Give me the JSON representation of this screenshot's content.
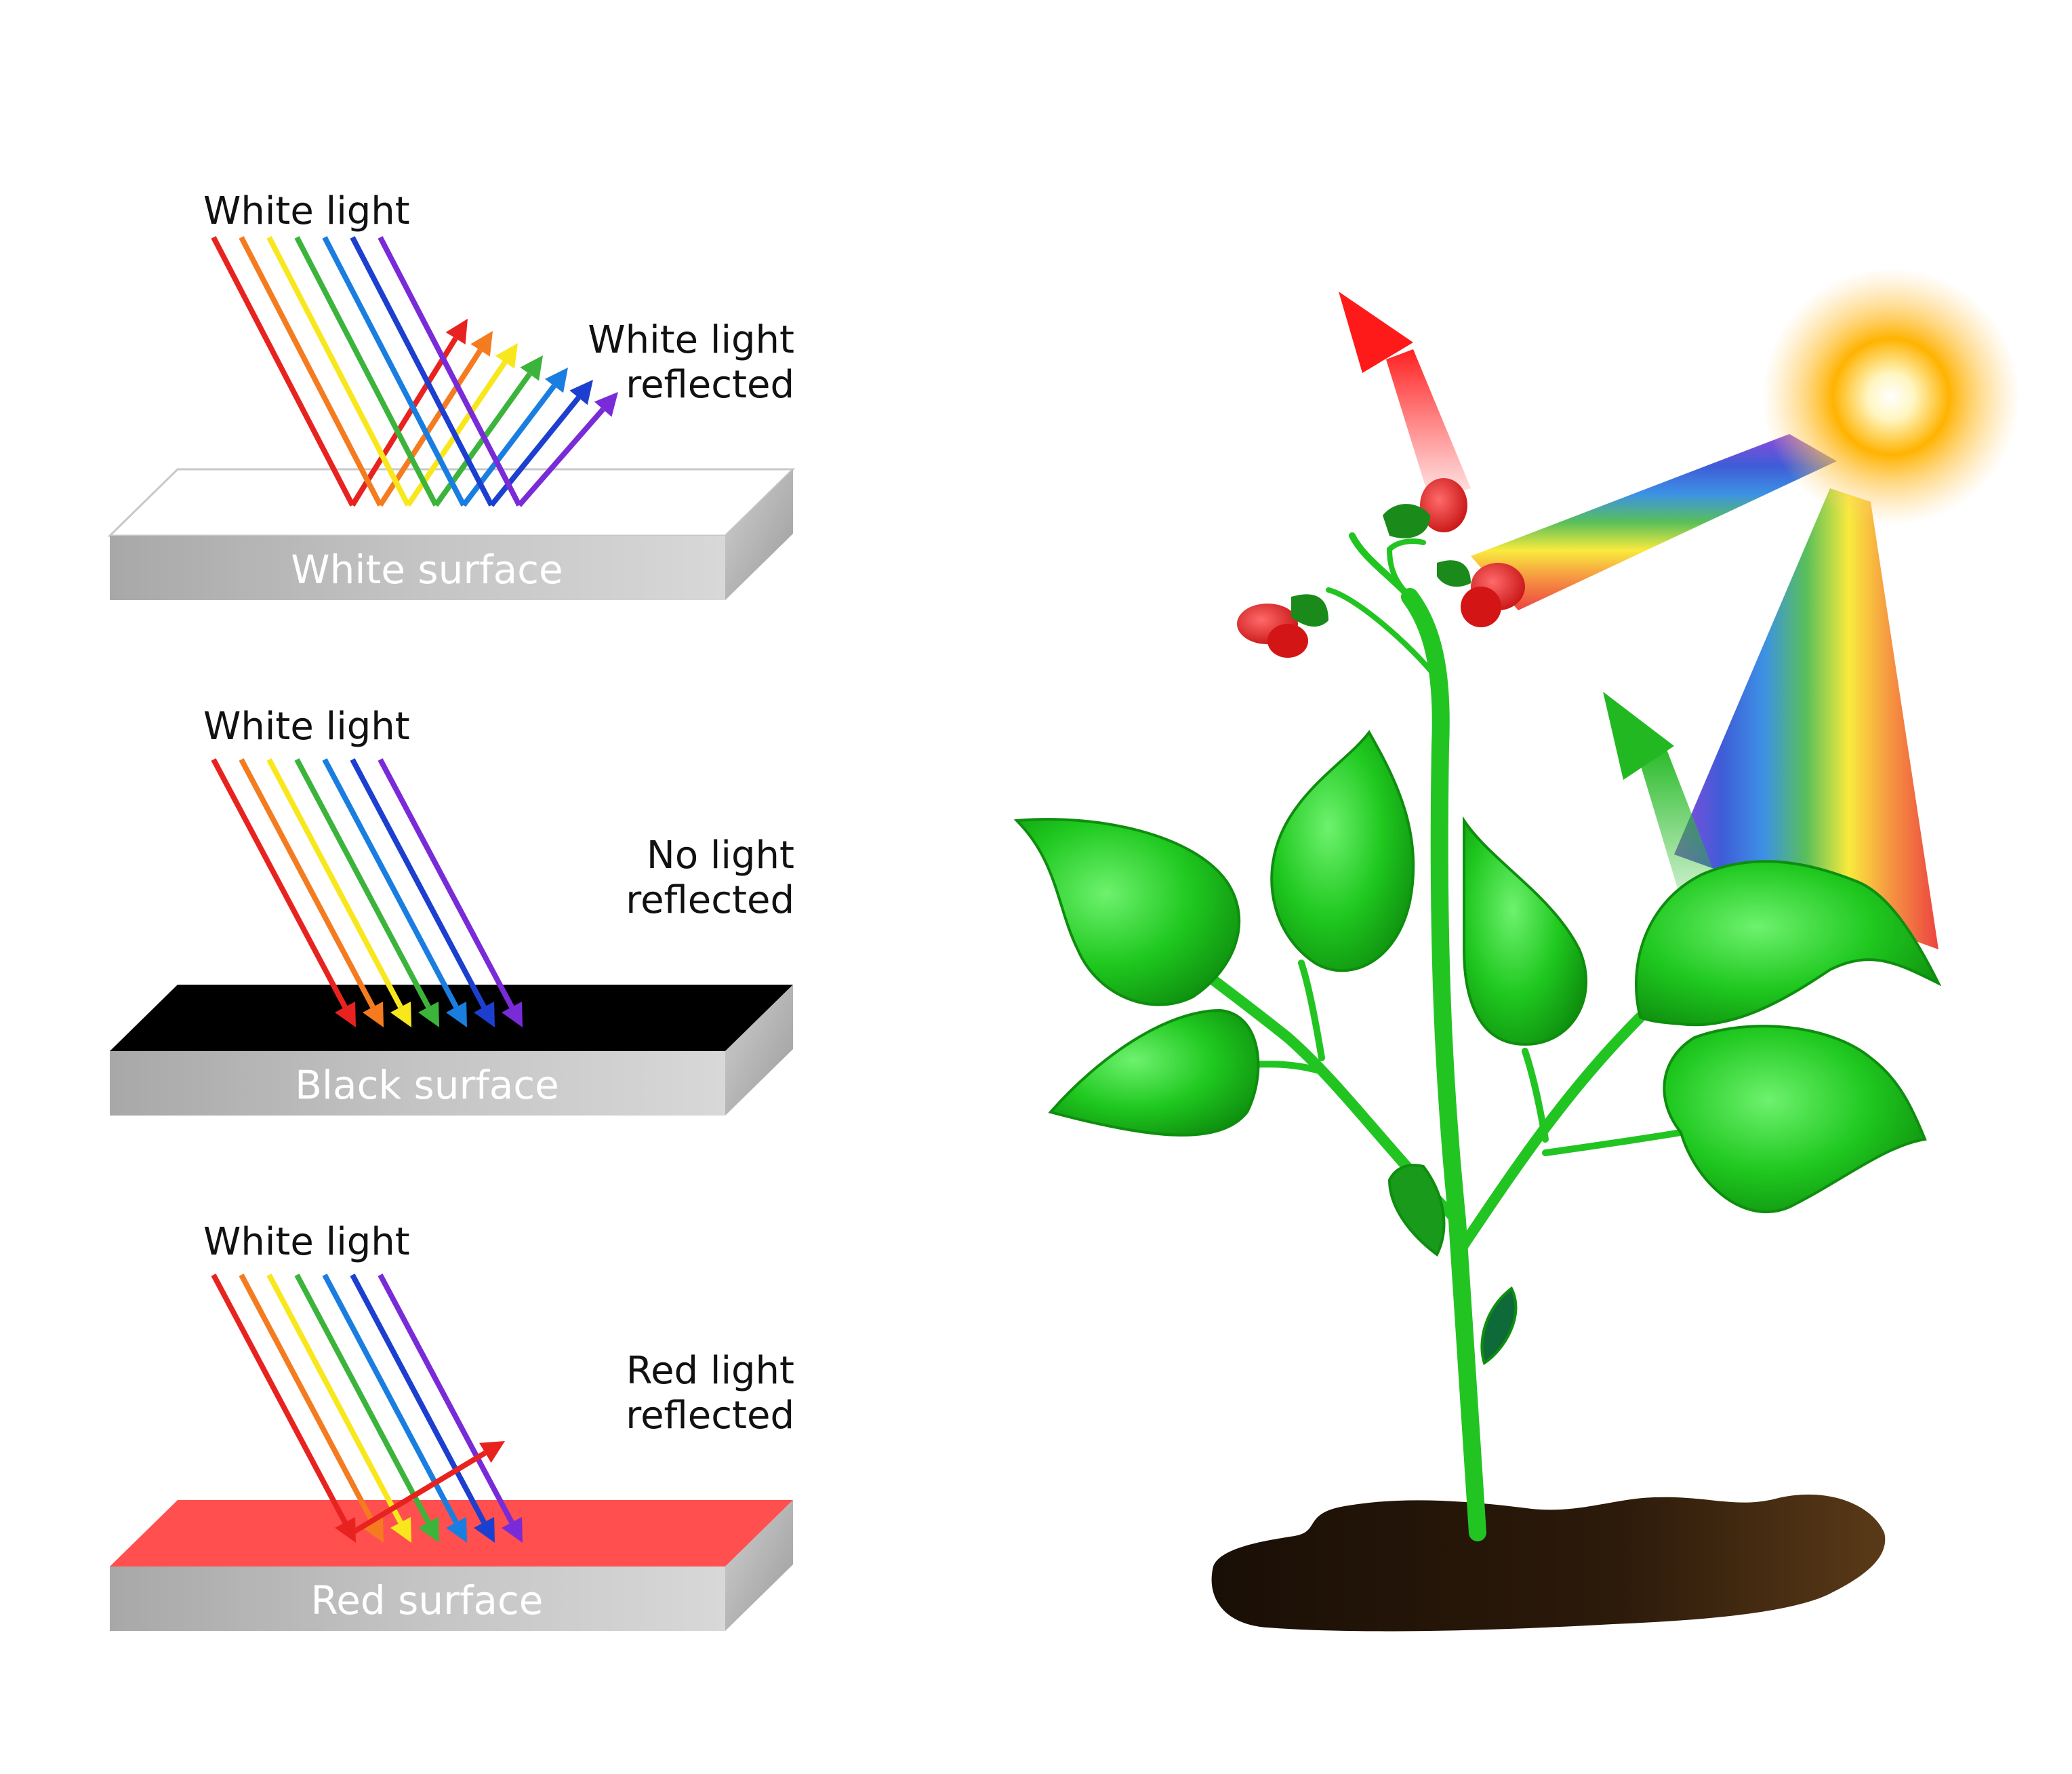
{
  "colors": {
    "spectrum": [
      "#e8231f",
      "#f47b20",
      "#f8e71c",
      "#3cb43c",
      "#1a7ee0",
      "#1d3fd0",
      "#7a2bd8"
    ],
    "white_surface": "#ffffff",
    "black_surface": "#000000",
    "red_surface": "#ff4f4f",
    "slab_side": "#b0b0b0",
    "leaf_green": "#22c822",
    "soil": "#2a1a0a",
    "sun": "#ffb000"
  },
  "panels": [
    {
      "incident_label": "White light",
      "reflected_label_line1": "White light",
      "reflected_label_line2": "reflected",
      "surface_label": "White surface"
    },
    {
      "incident_label": "White light",
      "reflected_label_line1": "No light",
      "reflected_label_line2": "reflected",
      "surface_label": "Black surface"
    },
    {
      "incident_label": "White light",
      "reflected_label_line1": "Red light",
      "reflected_label_line2": "reflected",
      "surface_label": "Red surface"
    }
  ],
  "plant": {
    "icons": [
      "sun-icon",
      "plant-icon",
      "flower-icon",
      "leaf-icon",
      "soil-icon"
    ]
  }
}
